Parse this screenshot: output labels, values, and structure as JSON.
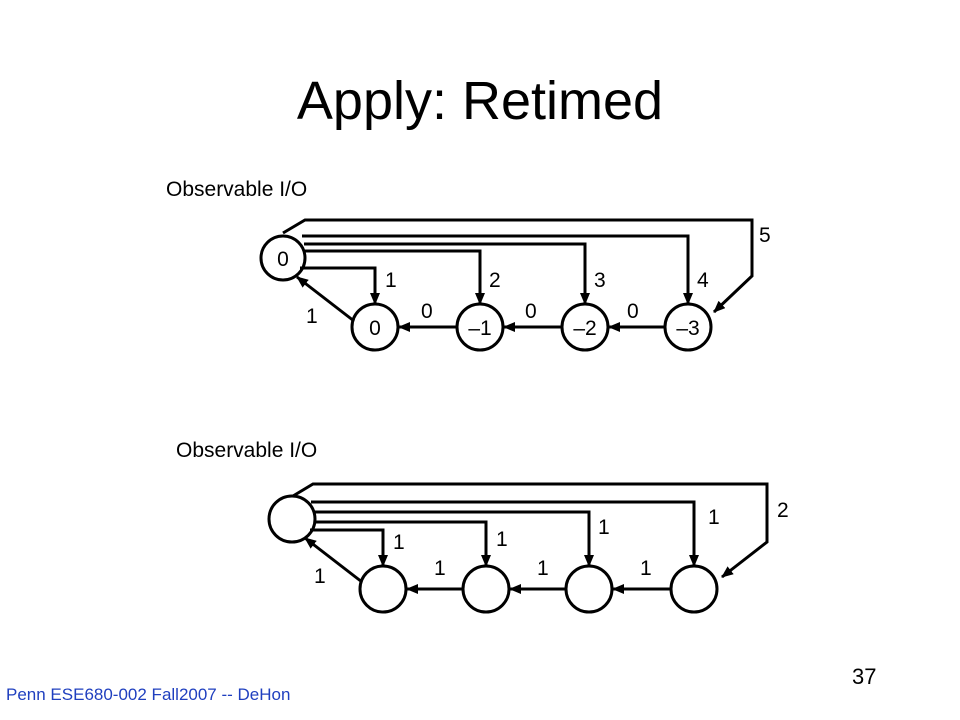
{
  "slide": {
    "title": "Apply: Retimed",
    "footer": "Penn ESE680-002 Fall2007 -- DeHon",
    "page_number": "37"
  },
  "colors": {
    "footer_text": "#1f3fbf",
    "line": "#000000",
    "background": "#ffffff"
  },
  "diagrams": [
    {
      "heading": "Observable I/O",
      "host_label": "0",
      "node_labels": [
        "0",
        "–1",
        "–2",
        "–3"
      ],
      "feedback_label": "1",
      "chain_labels": [
        "0",
        "0",
        "0"
      ],
      "branch_labels": [
        "1",
        "2",
        "3",
        "4",
        "5"
      ]
    },
    {
      "heading": "Observable I/O",
      "host_label": "",
      "node_labels": [
        "",
        "",
        "",
        ""
      ],
      "feedback_label": "1",
      "chain_labels": [
        "1",
        "1",
        "1"
      ],
      "branch_labels": [
        "1",
        "1",
        "1",
        "1",
        "2"
      ]
    }
  ]
}
